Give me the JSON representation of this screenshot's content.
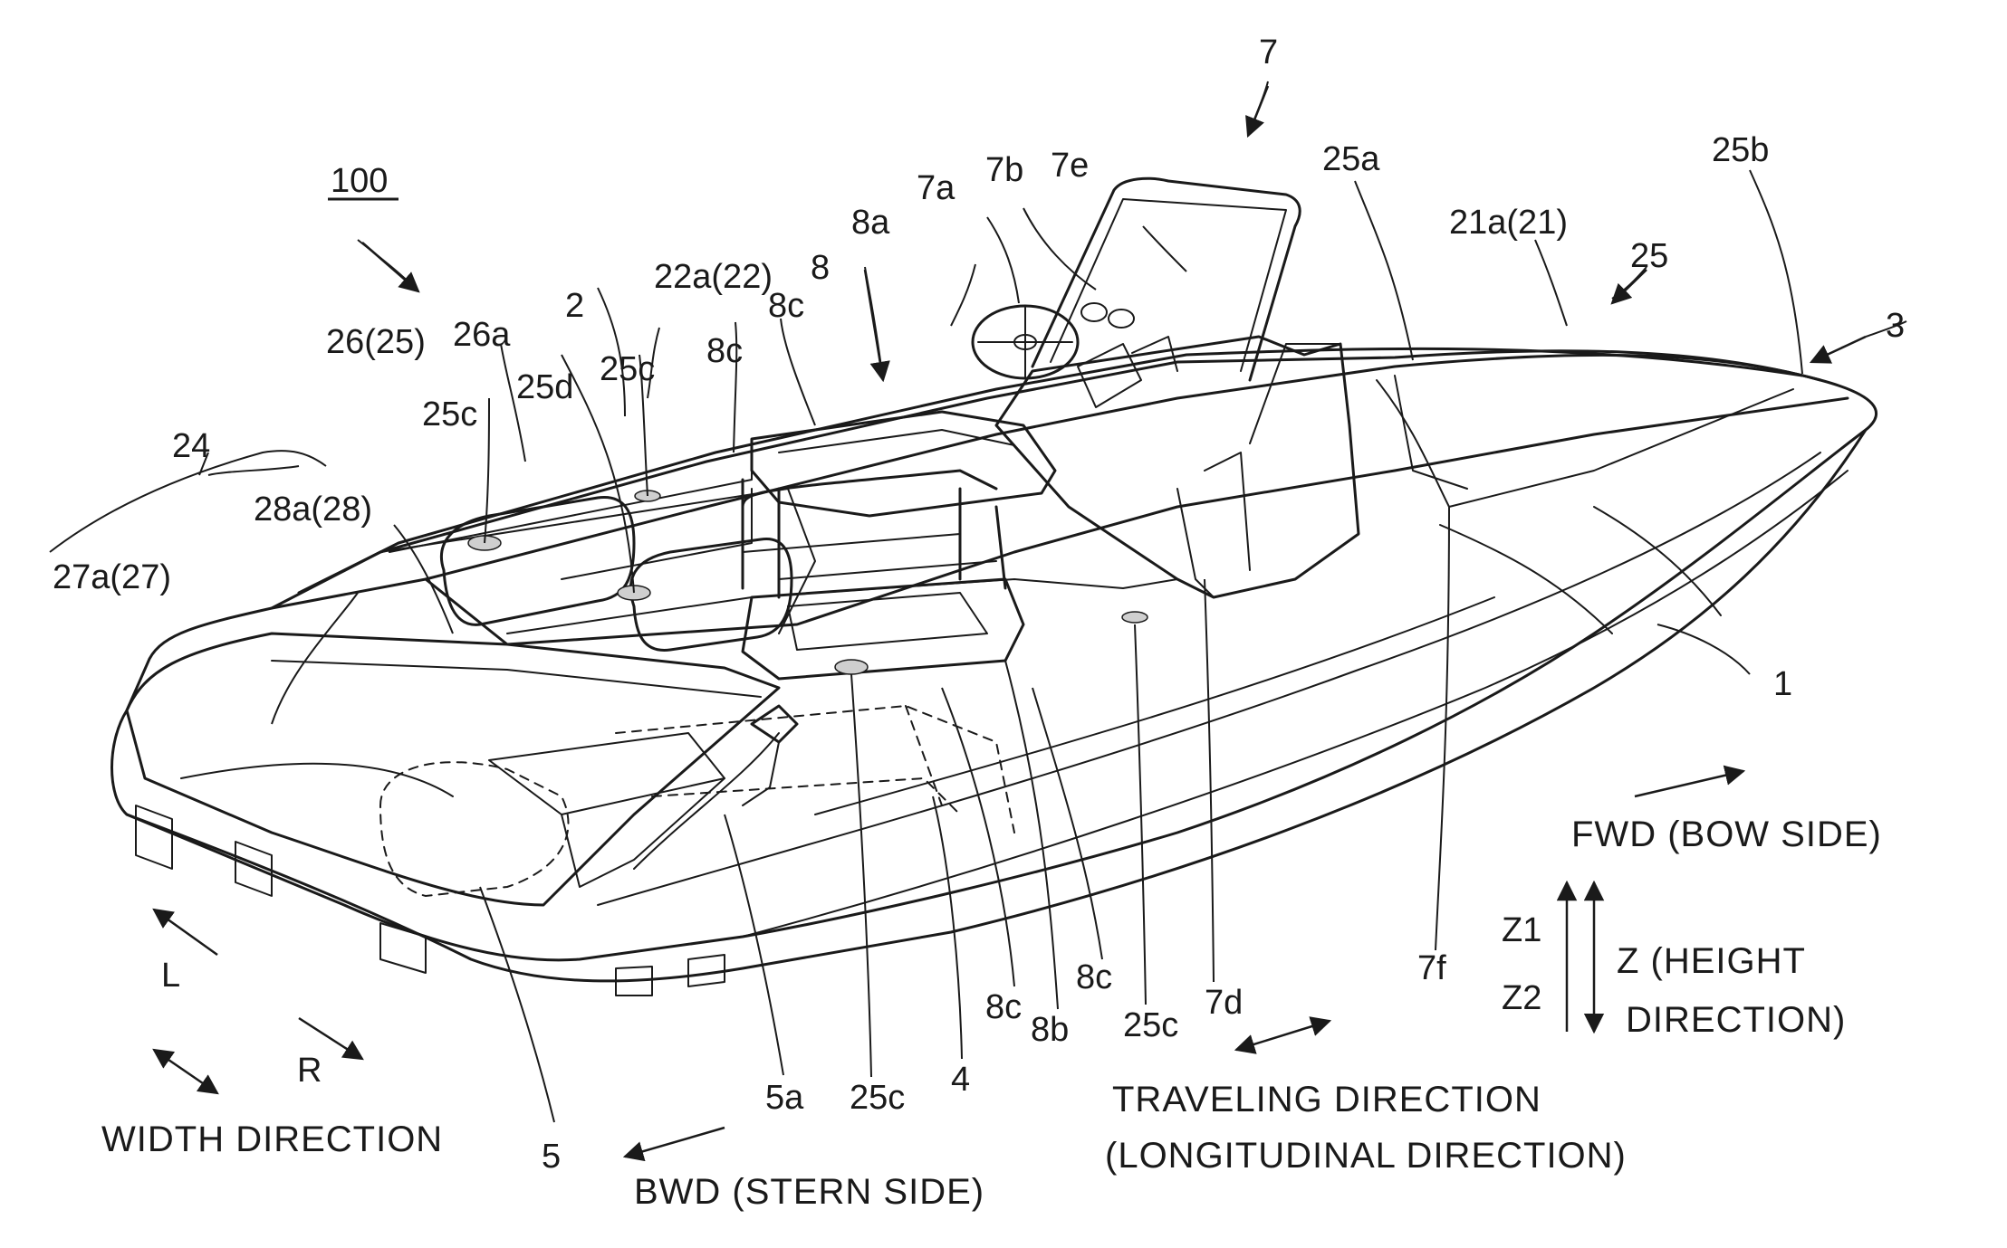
{
  "figure": {
    "reference_numerals": [
      {
        "id": "n100",
        "text": "100"
      },
      {
        "id": "n7",
        "text": "7"
      },
      {
        "id": "n7e",
        "text": "7e"
      },
      {
        "id": "n7b",
        "text": "7b"
      },
      {
        "id": "n7a",
        "text": "7a"
      },
      {
        "id": "n25a",
        "text": "25a"
      },
      {
        "id": "n25b",
        "text": "25b"
      },
      {
        "id": "n21a",
        "text": "21a(21)"
      },
      {
        "id": "n25",
        "text": "25"
      },
      {
        "id": "n3",
        "text": "3"
      },
      {
        "id": "n8",
        "text": "8"
      },
      {
        "id": "n8a",
        "text": "8a"
      },
      {
        "id": "n22a",
        "text": "22a(22)"
      },
      {
        "id": "n2",
        "text": "2"
      },
      {
        "id": "n8c_top1",
        "text": "8c"
      },
      {
        "id": "n8c_top2",
        "text": "8c"
      },
      {
        "id": "n26",
        "text": "26(25)"
      },
      {
        "id": "n26a",
        "text": "26a"
      },
      {
        "id": "n25c_top1",
        "text": "25c"
      },
      {
        "id": "n25d",
        "text": "25d"
      },
      {
        "id": "n25c_top2",
        "text": "25c"
      },
      {
        "id": "n24",
        "text": "24"
      },
      {
        "id": "n28a",
        "text": "28a(28)"
      },
      {
        "id": "n27a",
        "text": "27a(27)"
      },
      {
        "id": "n1",
        "text": "1"
      },
      {
        "id": "n7f",
        "text": "7f"
      },
      {
        "id": "n7d",
        "text": "7d"
      },
      {
        "id": "n25c_bot1",
        "text": "25c"
      },
      {
        "id": "n8c_bot1",
        "text": "8c"
      },
      {
        "id": "n8b",
        "text": "8b"
      },
      {
        "id": "n8c_bot2",
        "text": "8c"
      },
      {
        "id": "n4",
        "text": "4"
      },
      {
        "id": "n25c_bot2",
        "text": "25c"
      },
      {
        "id": "n5a",
        "text": "5a"
      },
      {
        "id": "n5",
        "text": "5"
      },
      {
        "id": "nL",
        "text": "L"
      },
      {
        "id": "nR",
        "text": "R"
      },
      {
        "id": "nZ1",
        "text": "Z1"
      },
      {
        "id": "nZ2",
        "text": "Z2"
      }
    ],
    "captions": {
      "fwd": "FWD (BOW SIDE)",
      "z_line1": "Z (HEIGHT",
      "z_line2": "DIRECTION)",
      "traveling_line1": "TRAVELING DIRECTION",
      "traveling_line2": "(LONGITUDINAL DIRECTION)",
      "bwd": "BWD (STERN SIDE)",
      "width": "WIDTH DIRECTION"
    }
  }
}
